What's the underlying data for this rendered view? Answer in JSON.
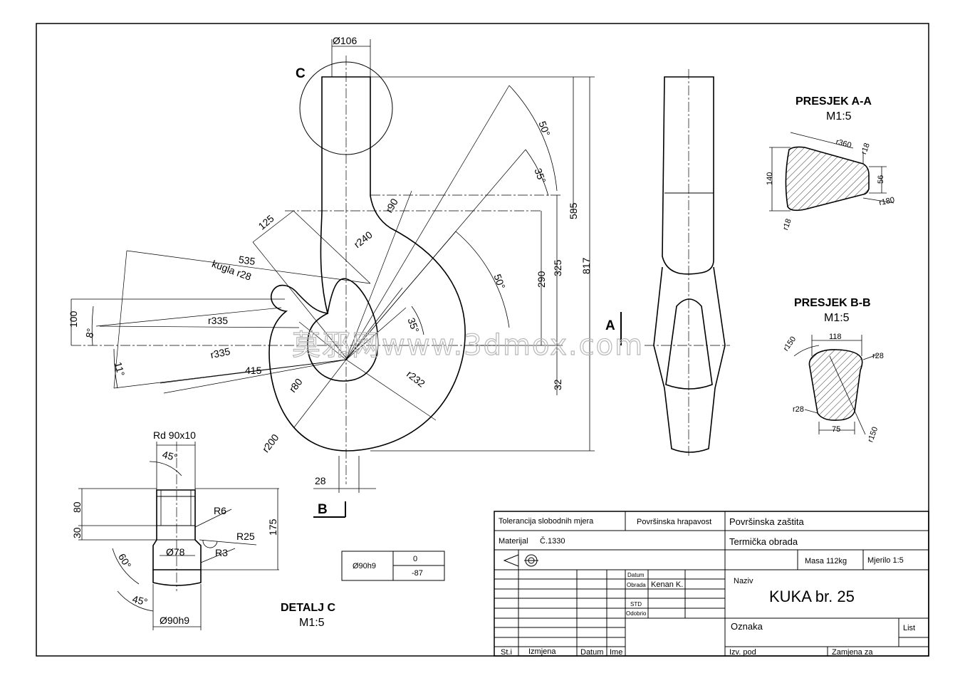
{
  "views": {
    "main_labels": {
      "d106": "Ø106",
      "c": "C",
      "a50_top": "50°",
      "a35_top": "35°",
      "r90": "r90",
      "d585": "585",
      "d817": "817",
      "d125": "125",
      "r240": "r240",
      "d535": "535",
      "kugla": "kugla r28",
      "d290": "290",
      "d325": "325",
      "a50_mid": "50°",
      "d100": "100",
      "a8": "8°",
      "r335_a": "r335",
      "r335_b": "r335",
      "a35_mid": "35°",
      "a11": "11°",
      "d415": "415",
      "r80": "r80",
      "r232": "r232",
      "d32": "32",
      "r200": "r200",
      "d28": "28",
      "b": "B",
      "a": "A"
    },
    "section_aa": {
      "title": "PRESJEK A-A",
      "scale": "M1:5",
      "r360": "r360",
      "r18_top": "r18",
      "d140": "140",
      "d56": "56",
      "r180": "r180",
      "r18_bot": "r18"
    },
    "section_bb": {
      "title": "PRESJEK B-B",
      "scale": "M1:5",
      "d118": "118",
      "r150_left": "r150",
      "r28_right": "r28",
      "r28_left": "r28",
      "d75": "75",
      "r150_right": "r150"
    },
    "detail_c": {
      "rd": "Rd 90x10",
      "a45_top": "45°",
      "d80": "80",
      "d30": "30",
      "r6": "R6",
      "d175": "175",
      "r25": "R25",
      "d78": "Ø78",
      "r3": "R3",
      "a60": "60°",
      "a45_bot": "45°",
      "d90": "Ø90h9",
      "title": "DETALJ C",
      "scale": "M1:5"
    }
  },
  "tolerance_box": {
    "fit": "Ø90h9",
    "upper": "0",
    "lower": "-87"
  },
  "title_block": {
    "tolerancija": "Tolerancija slobodnih mjera",
    "hrapavost": "Površinska hrapavost",
    "zastita": "Površinska zaštita",
    "materijal_label": "Materijal",
    "materijal_value": "Č.1330",
    "termicka": "Termička obrada",
    "masa": "Masa  112kg",
    "mjerilo": "Mjerilo  1:5",
    "datum": "Datum",
    "obrada": "Obrada",
    "obrada_name": "Kenan K.",
    "std": "STD",
    "odobrio": "Odobrio",
    "naziv_label": "Naziv",
    "naziv": "KUKA br. 25",
    "oznaka": "Oznaka",
    "list": "List",
    "st_i": "St.i",
    "izmjena": "Izmjena",
    "datum2": "Datum",
    "ime": "Ime",
    "izv_pod": "Izv. pod",
    "zamjena_za": "Zamjena za"
  },
  "watermark": "莫邪网www.3dmox.com"
}
